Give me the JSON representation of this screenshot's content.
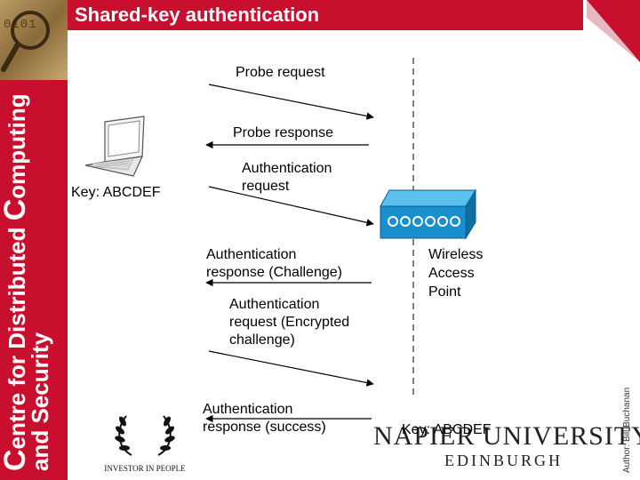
{
  "header": {
    "title": "Shared-key authentication"
  },
  "banner": {
    "line1": "Centre for Distributed Computing",
    "line1_initial": "C",
    "line1_rest": "entre for Distributed ",
    "line1_cap2": "C",
    "line1_rest2": "omputing",
    "line2": "and Security",
    "emblem_digits": "0101"
  },
  "diagram": {
    "client_key": "Key: ABCDEF",
    "ap_key": "Key: ABCDEF",
    "ap_label": "Wireless\nAccess\nPoint",
    "messages": [
      {
        "label": "Probe request",
        "direction": "to-ap"
      },
      {
        "label": "Probe response",
        "direction": "to-client"
      },
      {
        "label": "Authentication\nrequest",
        "direction": "to-ap"
      },
      {
        "label": "Authentication\nresponse (Challenge)",
        "direction": "to-client"
      },
      {
        "label": "Authentication\nrequest (Encrypted\nchallenge)",
        "direction": "to-ap"
      },
      {
        "label": "Authentication\nresponse (success)",
        "direction": "to-client"
      }
    ]
  },
  "footer": {
    "author": "Author: Bill Buchanan",
    "napier_name": "NAPIER UNIVERSITY",
    "napier_city": "EDINBURGH",
    "iip": "INVESTOR IN PEOPLE"
  },
  "colors": {
    "brand_red": "#c8102e",
    "device_blue": "#1a8fd0"
  }
}
